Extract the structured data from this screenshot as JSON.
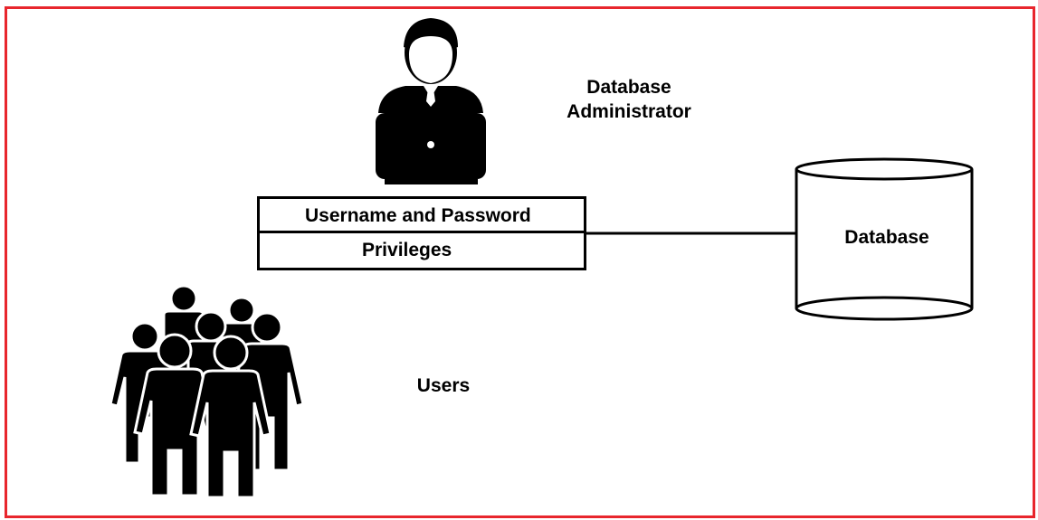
{
  "diagram": {
    "admin_label": [
      "Database",
      "Administrator"
    ],
    "credentials_box": {
      "row1": "Username and Password",
      "row2": "Privileges"
    },
    "database_label": "Database",
    "users_label": "Users"
  },
  "colors": {
    "frame": "#e8262d",
    "ink": "#000000",
    "background": "#ffffff"
  },
  "icons": {
    "admin": "admin-at-laptop-icon",
    "users": "user-group-icon",
    "database": "database-cylinder-icon"
  }
}
